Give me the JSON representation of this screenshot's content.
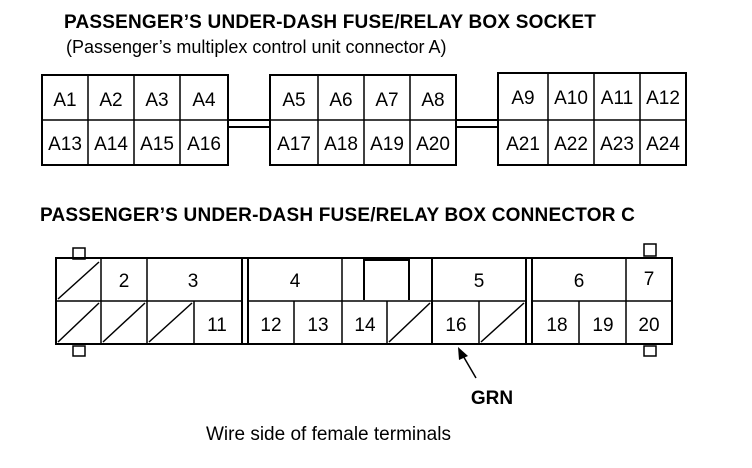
{
  "socket": {
    "title": "PASSENGER’S UNDER-DASH FUSE/RELAY BOX SOCKET",
    "subtitle": "(Passenger’s multiplex control unit connector A)",
    "groups": [
      {
        "top": [
          "A1",
          "A2",
          "A3",
          "A4"
        ],
        "bottom": [
          "A13",
          "A14",
          "A15",
          "A16"
        ]
      },
      {
        "top": [
          "A5",
          "A6",
          "A7",
          "A8"
        ],
        "bottom": [
          "A17",
          "A18",
          "A19",
          "A20"
        ]
      },
      {
        "top": [
          "A9",
          "A10",
          "A11",
          "A12"
        ],
        "bottom": [
          "A21",
          "A22",
          "A23",
          "A24"
        ]
      }
    ]
  },
  "connector_c": {
    "title": "PASSENGER’S UNDER-DASH FUSE/RELAY BOX CONNECTOR C",
    "top_labels": [
      "2",
      "3",
      "4",
      "5",
      "6",
      "7"
    ],
    "bottom_labels": [
      "11",
      "12",
      "13",
      "14",
      "16",
      "18",
      "19",
      "20"
    ],
    "callout": "GRN",
    "caption": "Wire side of female terminals"
  }
}
